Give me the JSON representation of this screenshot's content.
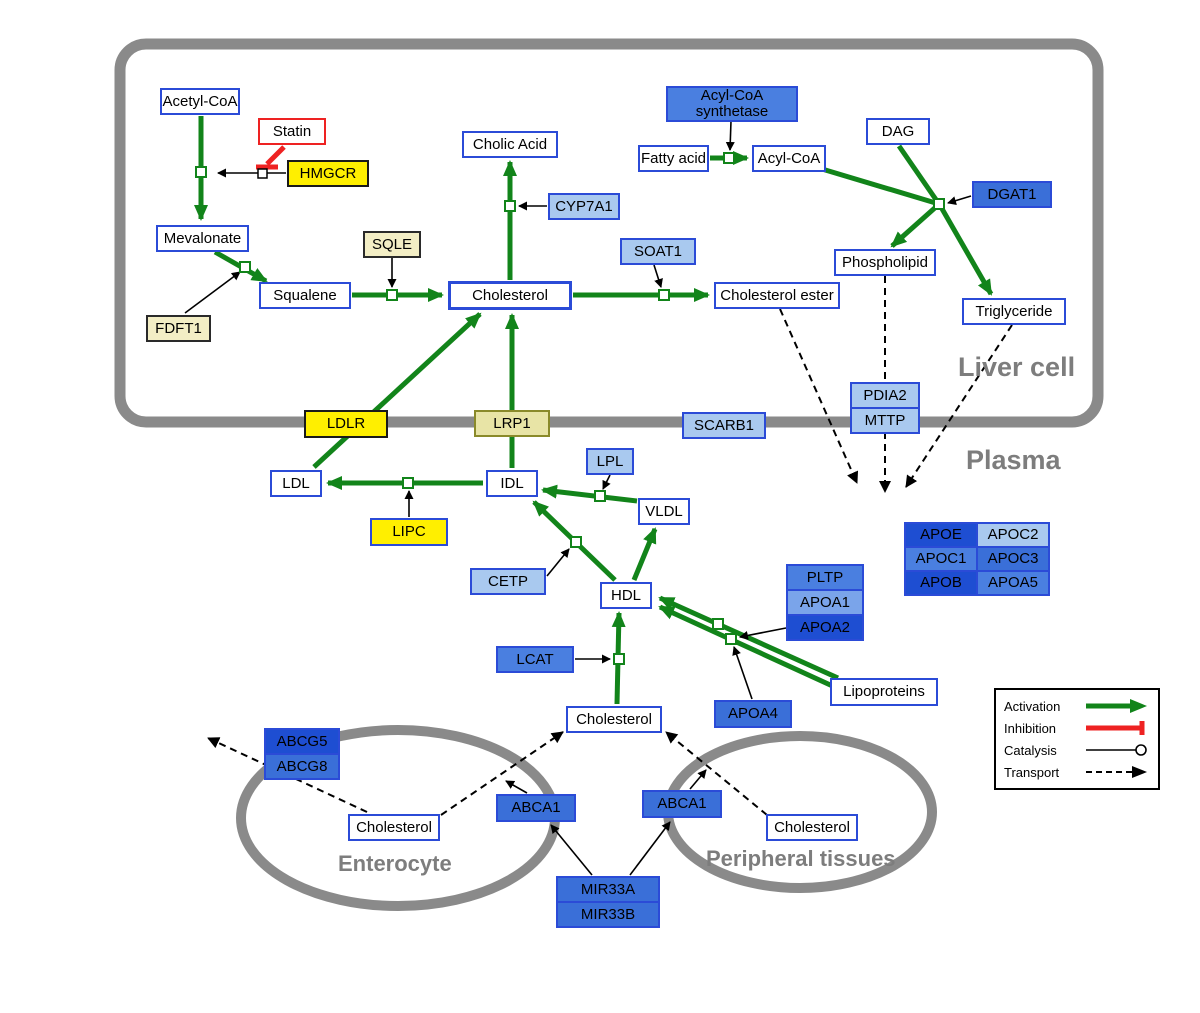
{
  "colors": {
    "activation_green": "#12841a",
    "inhibition_red": "#ee2222",
    "membrane_gray": "#8a8a8a",
    "metabolite_border_blue": "#2b4bd7",
    "expression_light_blue": "#a9c9ef",
    "expression_medium_blue": "#4a7fe0",
    "expression_dark_blue": "#1e4ed2",
    "highlight_yellow": "#ffef00",
    "pale_yellow": "#f3eec5"
  },
  "compartments": {
    "liver": "Liver cell",
    "plasma": "Plasma",
    "enterocyte": "Enterocyte",
    "peripheral": "Peripheral tissues"
  },
  "legend": {
    "activation": "Activation",
    "inhibition": "Inhibition",
    "catalysis": "Catalysis",
    "transport": "Transport"
  },
  "nodes": {
    "acetyl_coa": {
      "label": "Acetyl-CoA"
    },
    "statin": {
      "label": "Statin"
    },
    "hmgcr": {
      "label": "HMGCR"
    },
    "mevalonate": {
      "label": "Mevalonate"
    },
    "sqle": {
      "label": "SQLE"
    },
    "fdft1": {
      "label": "FDFT1"
    },
    "squalene": {
      "label": "Squalene"
    },
    "cholesterol_liver": {
      "label": "Cholesterol"
    },
    "cholic_acid": {
      "label": "Cholic Acid"
    },
    "cyp7a1": {
      "label": "CYP7A1"
    },
    "soat1": {
      "label": "SOAT1"
    },
    "cholesterol_ester": {
      "label": "Cholesterol ester"
    },
    "acyl_coa_synthetase": {
      "line1": "Acyl-CoA",
      "line2": "synthetase"
    },
    "fatty_acid": {
      "label": "Fatty acid"
    },
    "acyl_coa": {
      "label": "Acyl-CoA"
    },
    "dag": {
      "label": "DAG"
    },
    "dgat1": {
      "label": "DGAT1"
    },
    "phospholipid": {
      "label": "Phospholipid"
    },
    "triglyceride": {
      "label": "Triglyceride"
    },
    "pdia2": {
      "label": "PDIA2"
    },
    "mttp": {
      "label": "MTTP"
    },
    "ldlr": {
      "label": "LDLR"
    },
    "lrp1": {
      "label": "LRP1"
    },
    "scarb1": {
      "label": "SCARB1"
    },
    "ldl": {
      "label": "LDL"
    },
    "idl": {
      "label": "IDL"
    },
    "lpl": {
      "label": "LPL"
    },
    "vldl": {
      "label": "VLDL"
    },
    "lipc": {
      "label": "LIPC"
    },
    "cetp": {
      "label": "CETP"
    },
    "hdl": {
      "label": "HDL"
    },
    "pltp": {
      "label": "PLTP"
    },
    "apoa1": {
      "label": "APOA1"
    },
    "apoa2": {
      "label": "APOA2"
    },
    "apoe": {
      "label": "APOE"
    },
    "apoc2": {
      "label": "APOC2"
    },
    "apoc1": {
      "label": "APOC1"
    },
    "apoc3": {
      "label": "APOC3"
    },
    "apob": {
      "label": "APOB"
    },
    "apoa5": {
      "label": "APOA5"
    },
    "lcat": {
      "label": "LCAT"
    },
    "apoa4": {
      "label": "APOA4"
    },
    "lipoproteins": {
      "label": "Lipoproteins"
    },
    "cholesterol_plasma": {
      "label": "Cholesterol"
    },
    "abcg5": {
      "label": "ABCG5"
    },
    "abcg8": {
      "label": "ABCG8"
    },
    "cholesterol_enterocyte": {
      "label": "Cholesterol"
    },
    "abca1_enterocyte": {
      "label": "ABCA1"
    },
    "abca1_peripheral": {
      "label": "ABCA1"
    },
    "cholesterol_peripheral": {
      "label": "Cholesterol"
    },
    "mir33a": {
      "label": "MIR33A"
    },
    "mir33b": {
      "label": "MIR33B"
    }
  }
}
